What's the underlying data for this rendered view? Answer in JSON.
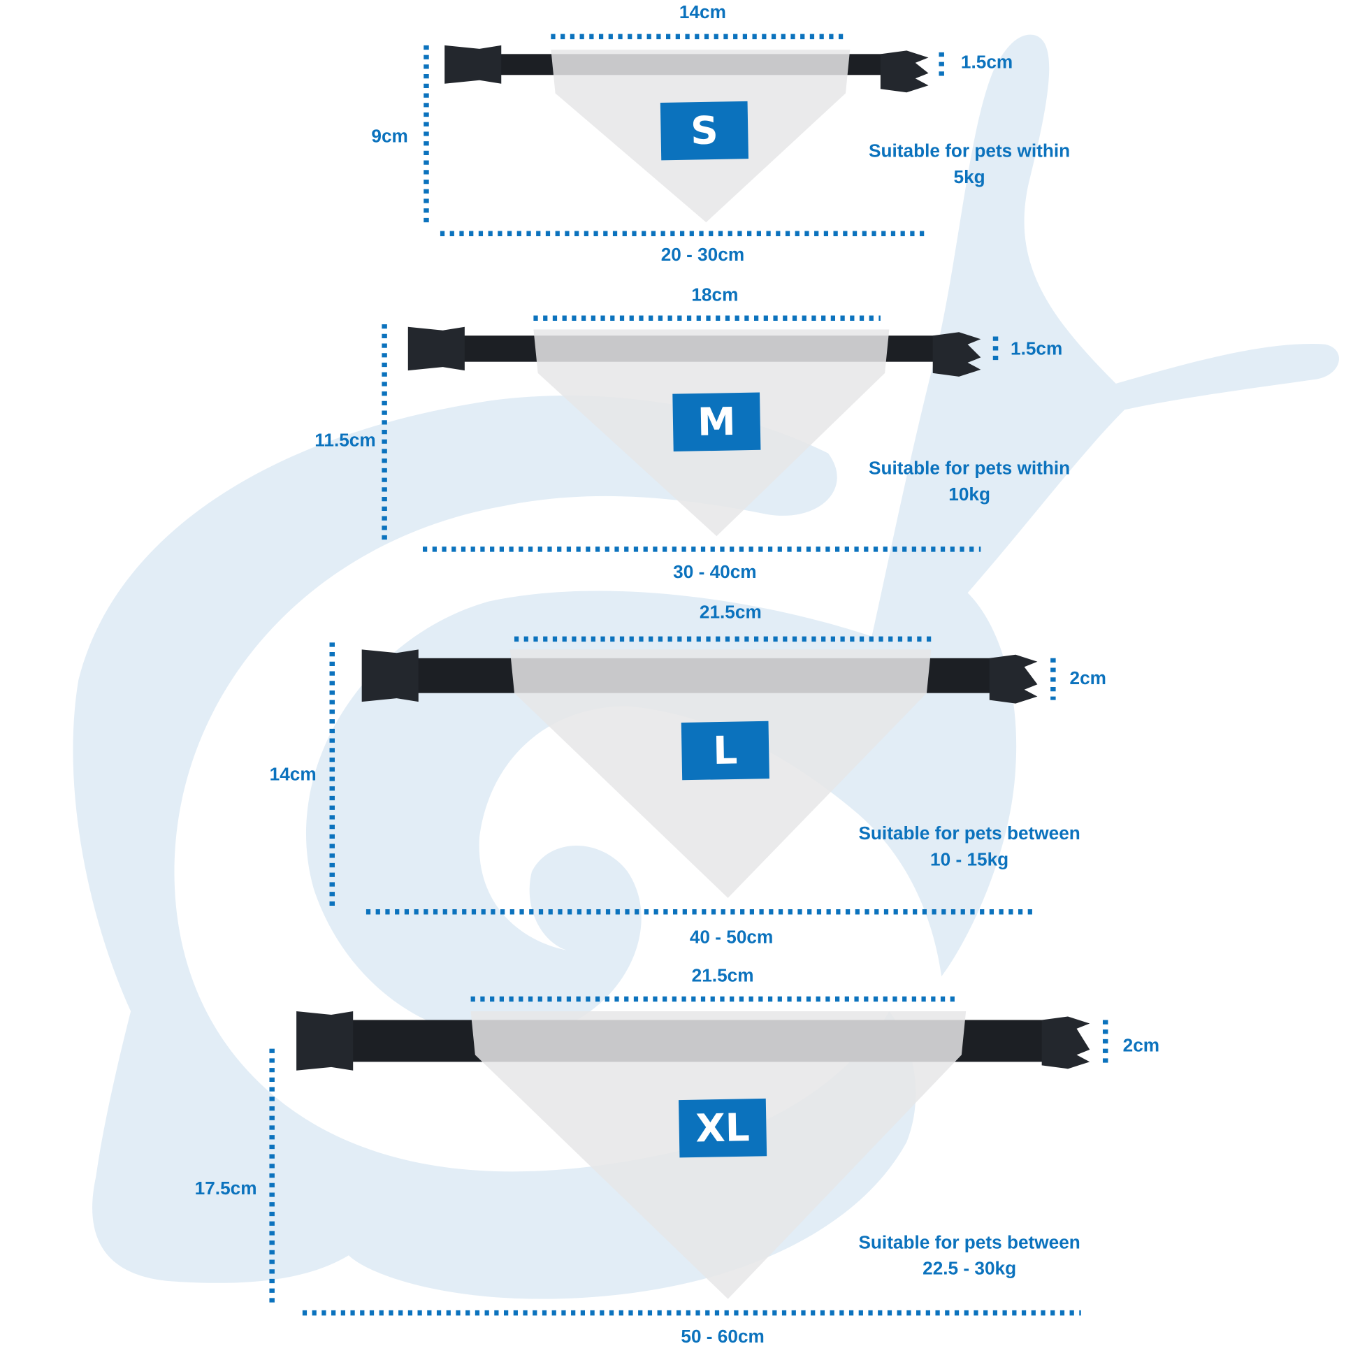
{
  "colors": {
    "accent": "#0b72bd",
    "silhouette": "#e2edf6",
    "fabric": "#e6e6e8",
    "strap": "#1c1f24"
  },
  "sizes": [
    {
      "badge": "S",
      "top_width": "14cm",
      "height": "9cm",
      "strap_width": "1.5cm",
      "length": "20 - 30cm",
      "suitable_line1": "Suitable for pets within",
      "suitable_line2": "5kg"
    },
    {
      "badge": "M",
      "top_width": "18cm",
      "height": "11.5cm",
      "strap_width": "1.5cm",
      "length": "30 - 40cm",
      "suitable_line1": "Suitable for pets within",
      "suitable_line2": "10kg"
    },
    {
      "badge": "L",
      "top_width": "21.5cm",
      "height": "14cm",
      "strap_width": "2cm",
      "length": "40 - 50cm",
      "suitable_line1": "Suitable for pets between",
      "suitable_line2": "10 - 15kg"
    },
    {
      "badge": "XL",
      "top_width": "21.5cm",
      "height": "17.5cm",
      "strap_width": "2cm",
      "length": "50 - 60cm",
      "suitable_line1": "Suitable for pets between",
      "suitable_line2": "22.5 - 30kg"
    }
  ]
}
